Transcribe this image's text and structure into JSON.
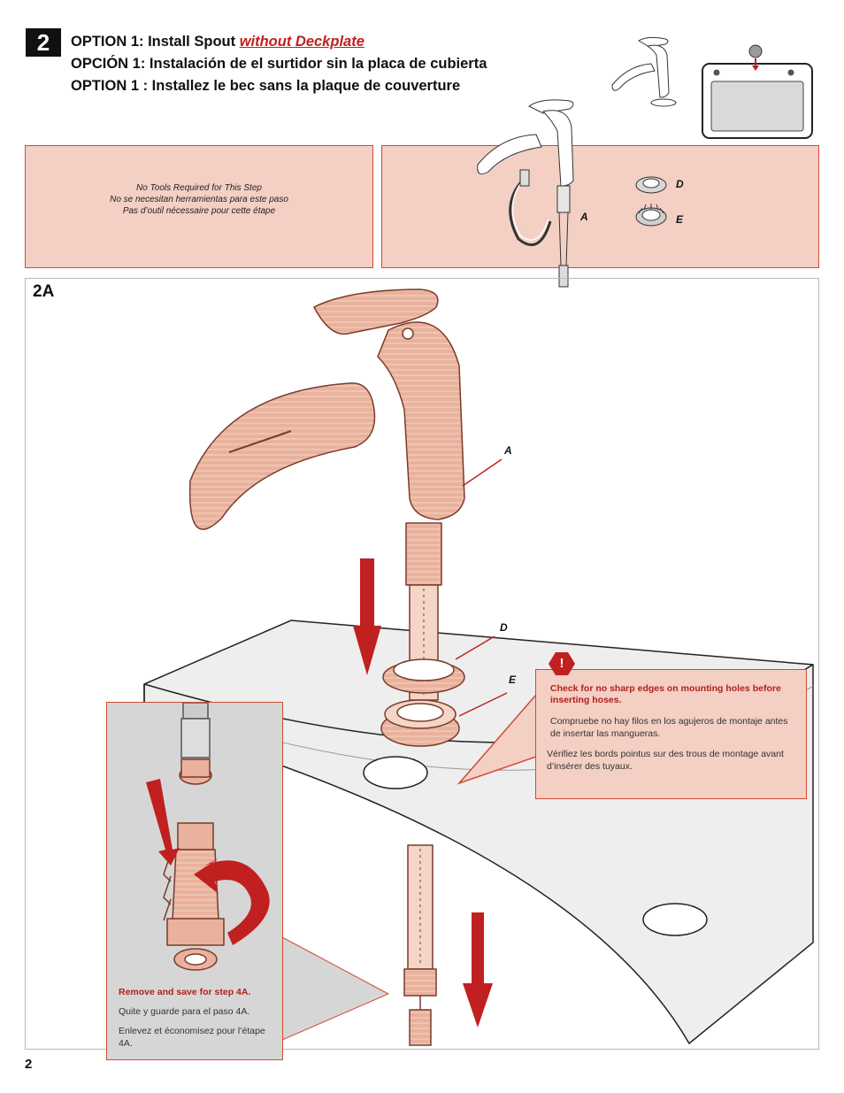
{
  "step": {
    "number": "2",
    "title_en_prefix": "OPTION 1:  Install Spout ",
    "title_en_emphasis": "without Deckplate",
    "title_es": "OPCIÓN 1:  Instalación de el surtidor sin la placa de cubierta",
    "title_fr": "OPTION 1 : Installez le bec sans la plaque de couverture"
  },
  "tools_panel": {
    "line_en": "No Tools Required for This Step",
    "line_es": "No se necesitan herramientas para este paso",
    "line_fr": "Pas d’outil nécessaire pour cette étape"
  },
  "parts_panel": {
    "label_a": "A",
    "label_d": "D",
    "label_e": "E"
  },
  "substep": {
    "label": "2A",
    "callout_a": "A",
    "callout_d": "D",
    "callout_e": "E"
  },
  "warning": {
    "icon": "!",
    "heading": "Check for no sharp edges on mounting holes before inserting hoses.",
    "text_es": "Compruebe no hay filos en los agujeros de montaje antes de insertar las mangueras.",
    "text_fr": "Vérifiez les bords pointus sur des trous de montage avant d’insérer des tuyaux."
  },
  "inset": {
    "heading": "Remove and save for step 4A.",
    "text_es": "Quite y guarde para el paso 4A.",
    "text_fr": "Enlevez et économisez pour l’étape 4A."
  },
  "page": {
    "number": "2"
  },
  "colors": {
    "accent_red": "#c0201f",
    "panel_fill": "#f3cfc4",
    "panel_border": "#d24a33",
    "part_fill": "#e8b29e",
    "inset_gray": "#d6d6d6"
  },
  "icons": [
    "warning-icon",
    "down-arrow-icon",
    "rotate-arrow-icon",
    "faucet-illustration",
    "sink-top-icon"
  ]
}
